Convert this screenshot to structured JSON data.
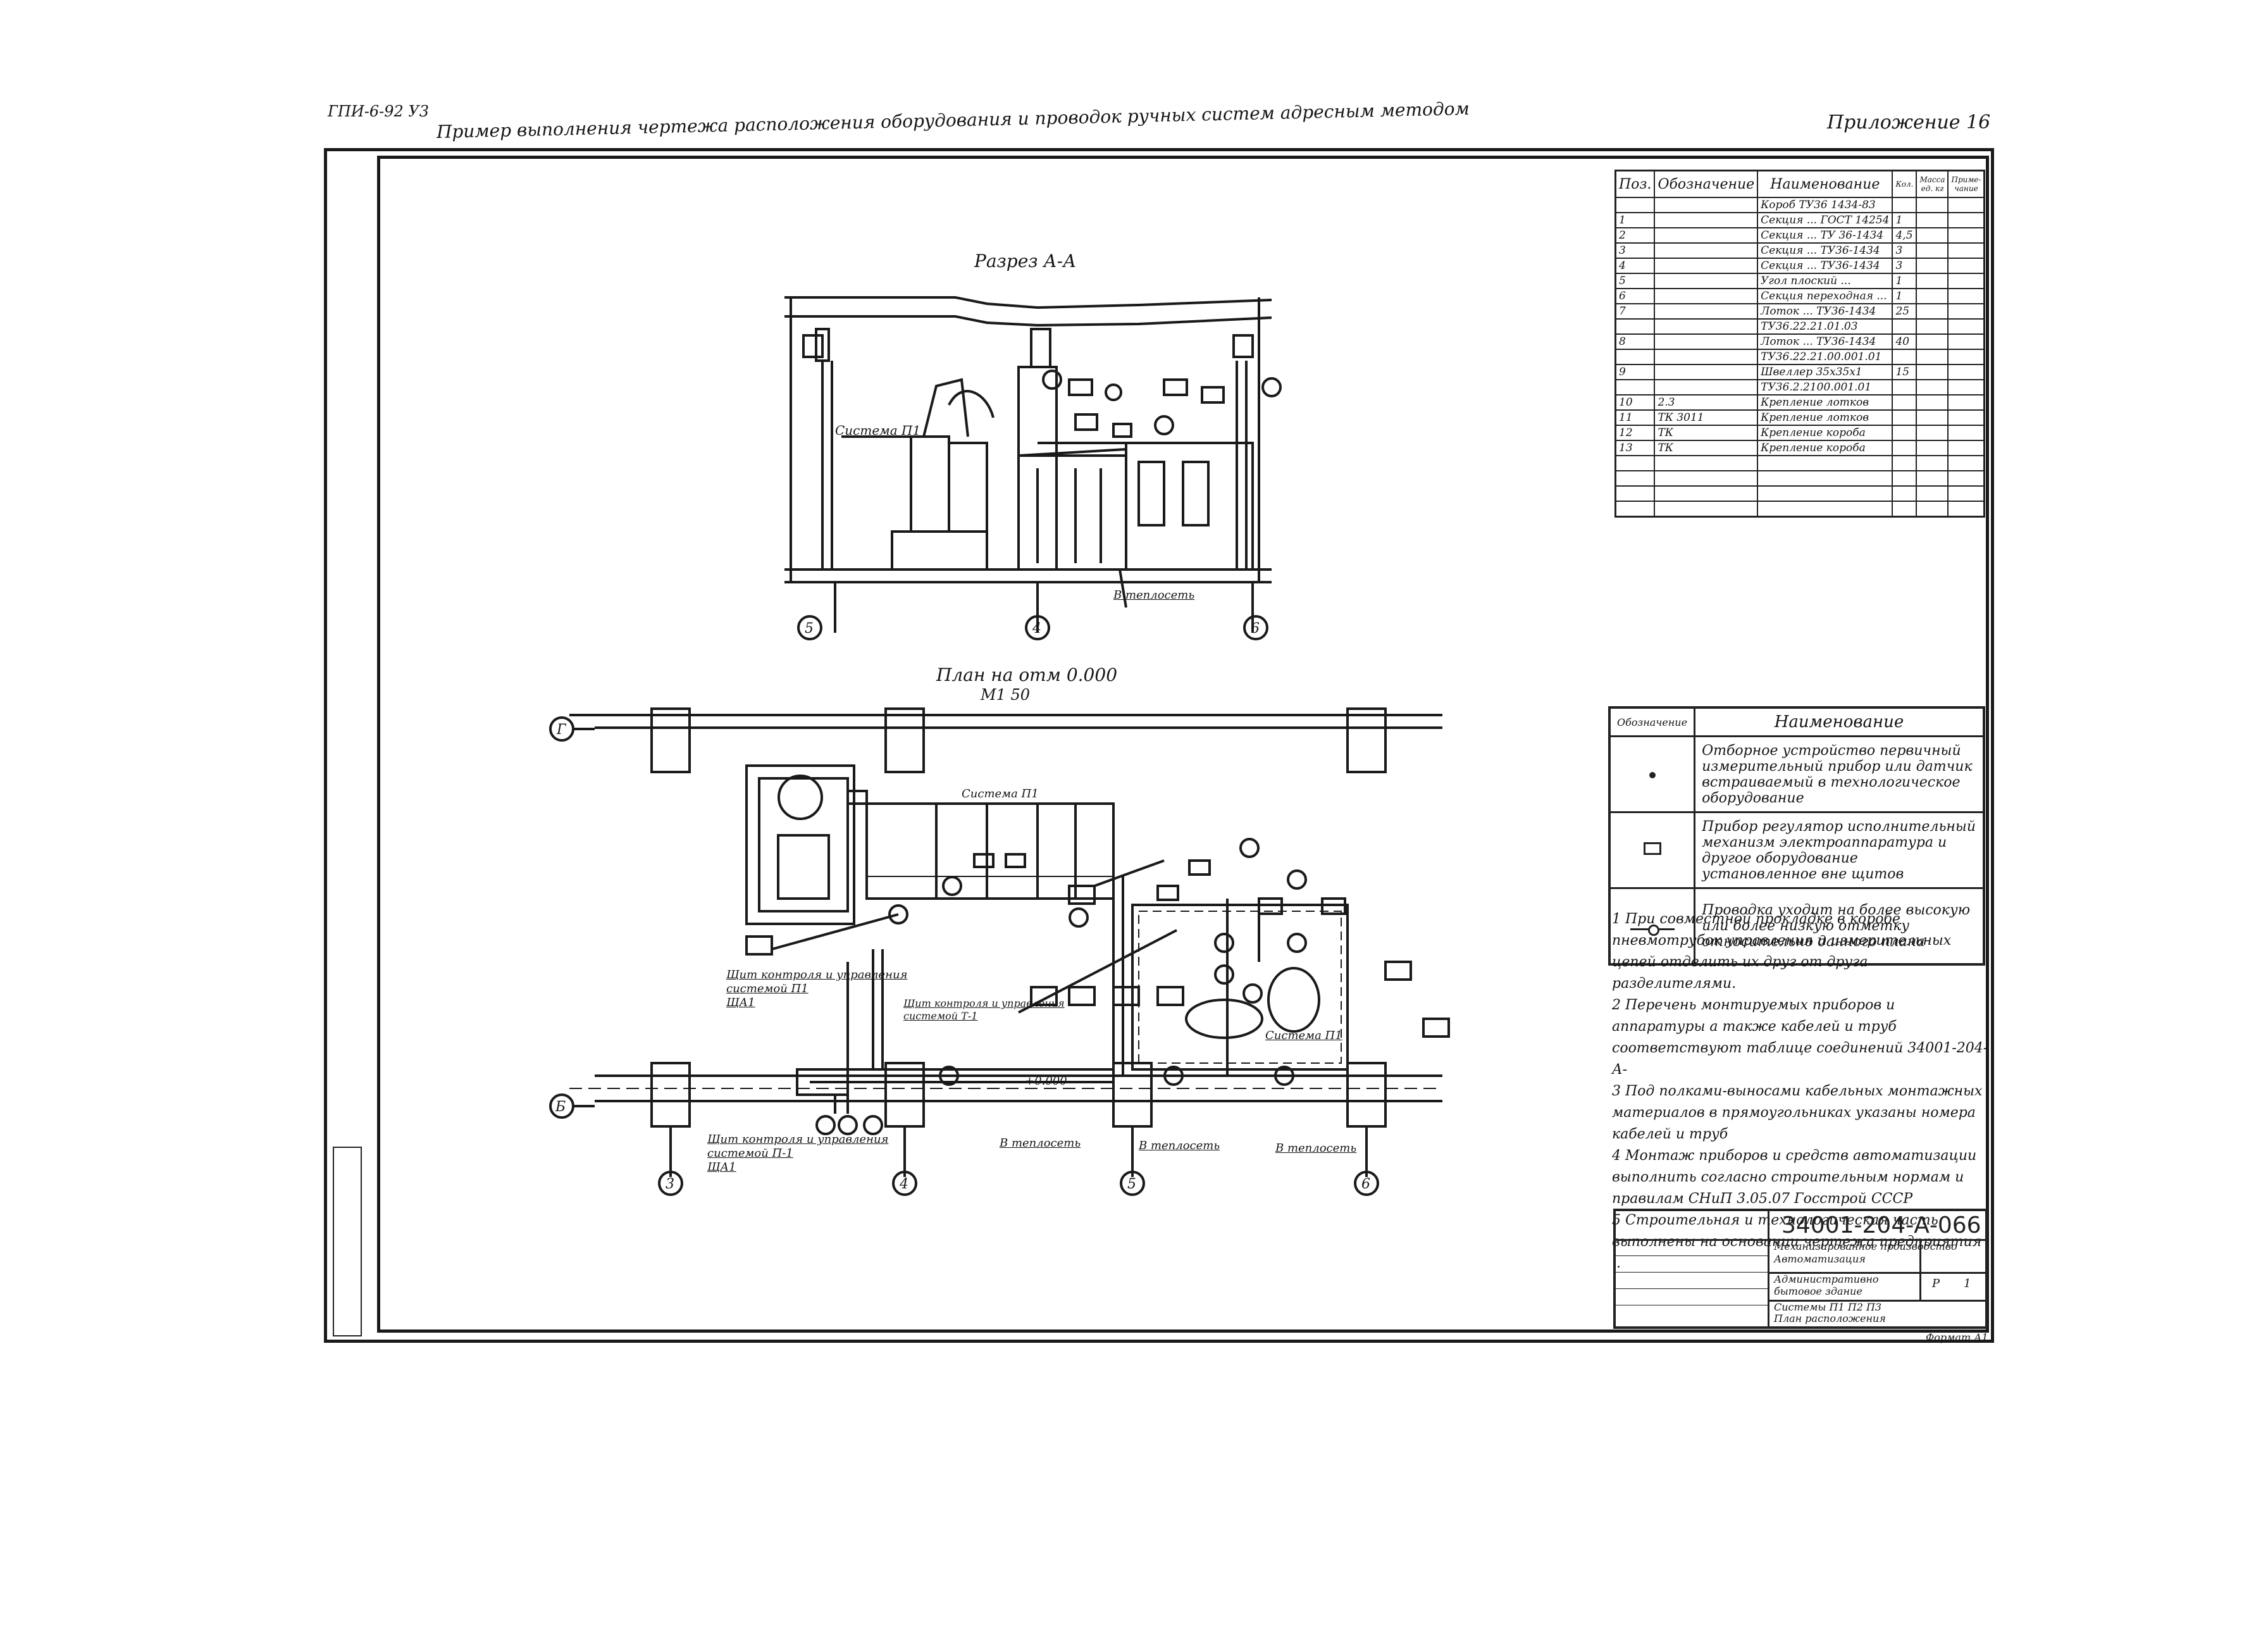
{
  "header": {
    "code": "ГПИ-6-92 У3",
    "title": "Пример выполнения чертежа расположения оборудования и проводок ручных систем адресным методом",
    "appendix": "Приложение 16"
  },
  "section": {
    "title": "Разрез А-А",
    "system_label": "Система П1",
    "floor_label": "В теплосеть",
    "axes": [
      "5",
      "4",
      "6"
    ]
  },
  "plan": {
    "title": "План на отм 0.000",
    "scale": "М1 50",
    "axis_rows": [
      "Г",
      "Б"
    ],
    "axis_cols": [
      "3",
      "4",
      "5",
      "6"
    ],
    "system_label": "Система П1",
    "system2": "Система П1",
    "elev": "+0.000",
    "panel1": "Щит контроля и управления",
    "panel1_sub": "системой П1",
    "panel1_no": "ЩА1",
    "panel2": "Щит контроля и управления",
    "panel2_sub": "системой П-1",
    "panel2_no": "ЩА1",
    "panel3": "Щит контроля и управления",
    "panel3_sub": "системой Т-1",
    "to_heat1": "В теплосеть",
    "to_heat2": "В теплосеть",
    "to_heat3": "В теплосеть"
  },
  "spec": {
    "headers": [
      "Поз.",
      "Обозначение",
      "Наименование",
      "Кол.",
      "Масса ед. кг",
      "Приме- чание"
    ],
    "rows": [
      [
        "",
        "",
        "Короб ТУ36 1434-83",
        "",
        ""
      ],
      [
        "1",
        "",
        "Секция ... ГОСТ 14254",
        "1",
        ""
      ],
      [
        "2",
        "",
        "Секция ... ТУ 36-1434",
        "4,5",
        ""
      ],
      [
        "3",
        "",
        "Секция ... ТУ36-1434",
        "3",
        ""
      ],
      [
        "4",
        "",
        "Секция ... ТУ36-1434",
        "3",
        ""
      ],
      [
        "5",
        "",
        "Угол плоский ...",
        "1",
        ""
      ],
      [
        "6",
        "",
        "Секция переходная ...",
        "1",
        ""
      ],
      [
        "7",
        "",
        "Лоток ... ТУ36-1434",
        "25",
        ""
      ],
      [
        "",
        "",
        "ТУ36.22.21.01.03",
        "",
        ""
      ],
      [
        "8",
        "",
        "Лоток ... ТУ36-1434",
        "40",
        ""
      ],
      [
        "",
        "",
        "ТУ36.22.21.00.001.01",
        "",
        ""
      ],
      [
        "9",
        "",
        "Швеллер 35х35х1",
        "15",
        ""
      ],
      [
        "",
        "",
        "ТУ36.2.2100.001.01",
        "",
        ""
      ],
      [
        "10",
        "2.3",
        "Крепление лотков",
        "",
        ""
      ],
      [
        "11",
        "ТК 3011",
        "Крепление лотков",
        "",
        ""
      ],
      [
        "12",
        "ТК",
        "Крепление короба",
        "",
        ""
      ],
      [
        "13",
        "ТК",
        "Крепление короба",
        "",
        ""
      ],
      [
        "",
        "",
        "",
        "",
        ""
      ],
      [
        "",
        "",
        "",
        "",
        ""
      ],
      [
        "",
        "",
        "",
        "",
        ""
      ],
      [
        "",
        "",
        "",
        "",
        ""
      ]
    ]
  },
  "legend": {
    "h1": "Обозначение",
    "h2": "Наименование",
    "rows": [
      "Отборное устройство первичный измерительный прибор или датчик встраиваемый в технологическое оборудование",
      "Прибор регулятор исполнительный механизм электроаппаратура и другое оборудование установленное вне щитов",
      "Проводка уходит на более высокую или более низкую отметку относительно данного плана"
    ]
  },
  "notes": [
    "1 При совместной прокладке в коробе пневмотрубок управления и измерительных цепей отделить их друг от друга разделителями.",
    "2 Перечень монтируемых приборов и аппаратуры а также кабелей и труб соответствуют таблице соединений 34001-204-А-",
    "3 Под полками-выносами кабельных монтажных материалов в прямоугольниках указаны номера кабелей и труб",
    "4 Монтаж приборов и средств автоматизации выполнить согласно строительным нормам и правилам СНиП 3.05.07 Госстрой СССР",
    "5 Строительная и технологическая часть выполнены на основании чертежа предприятия .."
  ],
  "title_block": {
    "doc_no": "34001-204-А-066",
    "l1": "Механизированное производство",
    "l2": "Автоматизация",
    "l3": "Административно бытовое здание",
    "l4": "Системы П1 П2 П3",
    "l5": "План расположения",
    "stage": "Р",
    "sheet": "1",
    "format": "Формат А1"
  },
  "colors": {
    "ink": "#1a1a1a",
    "paper": "#ffffff"
  }
}
